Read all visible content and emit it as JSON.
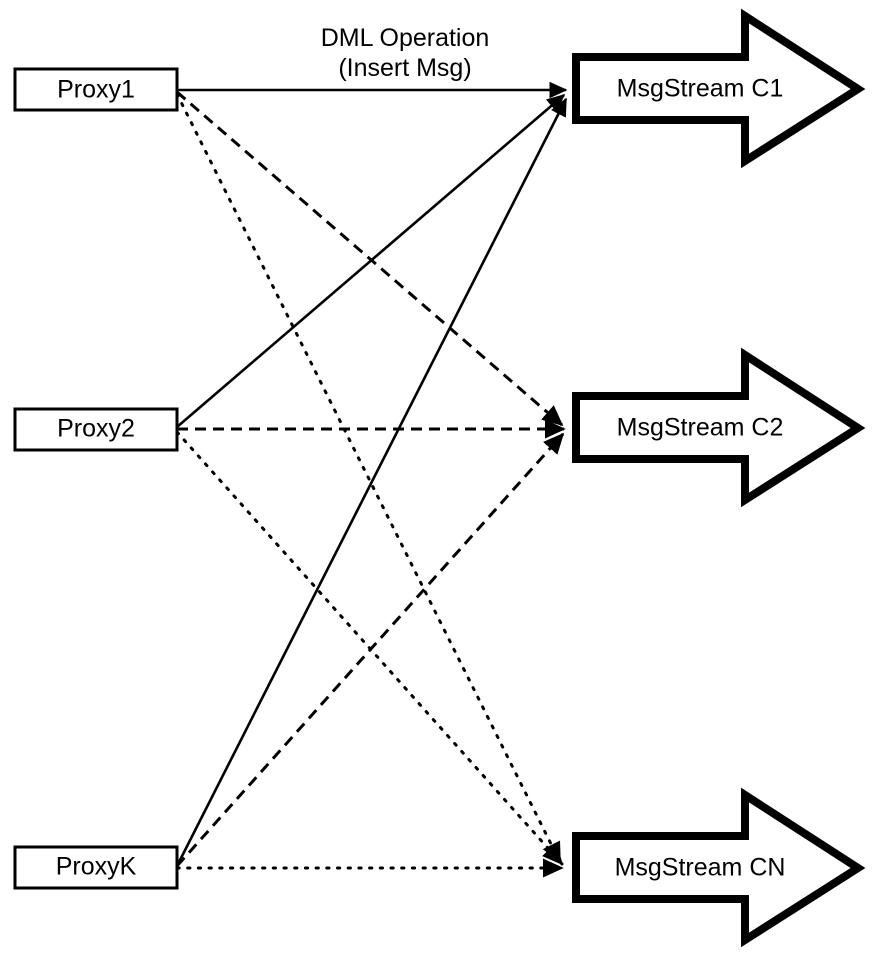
{
  "diagram": {
    "title_text": "DML Operation",
    "subtitle_text": "(Insert Msg)",
    "background_color": "#ffffff",
    "stroke_color": "#000000",
    "proxies": [
      {
        "id": "proxy1",
        "label": "Proxy1"
      },
      {
        "id": "proxy2",
        "label": "Proxy2"
      },
      {
        "id": "proxyK",
        "label": "ProxyK"
      }
    ],
    "streams": [
      {
        "id": "c1",
        "label": "MsgStream C1"
      },
      {
        "id": "c2",
        "label": "MsgStream C2"
      },
      {
        "id": "cn",
        "label": "MsgStream CN"
      }
    ],
    "edge_label": {
      "line1": "DML Operation",
      "line2": "(Insert Msg)"
    },
    "edges": [
      {
        "from": "proxy1",
        "to": "c1",
        "style": "solid"
      },
      {
        "from": "proxy1",
        "to": "c2",
        "style": "dashed"
      },
      {
        "from": "proxy1",
        "to": "cn",
        "style": "dotted"
      },
      {
        "from": "proxy2",
        "to": "c1",
        "style": "solid"
      },
      {
        "from": "proxy2",
        "to": "c2",
        "style": "dashed"
      },
      {
        "from": "proxy2",
        "to": "cn",
        "style": "dotted"
      },
      {
        "from": "proxyK",
        "to": "c1",
        "style": "solid"
      },
      {
        "from": "proxyK",
        "to": "c2",
        "style": "dashed"
      },
      {
        "from": "proxyK",
        "to": "cn",
        "style": "dotted"
      }
    ]
  }
}
